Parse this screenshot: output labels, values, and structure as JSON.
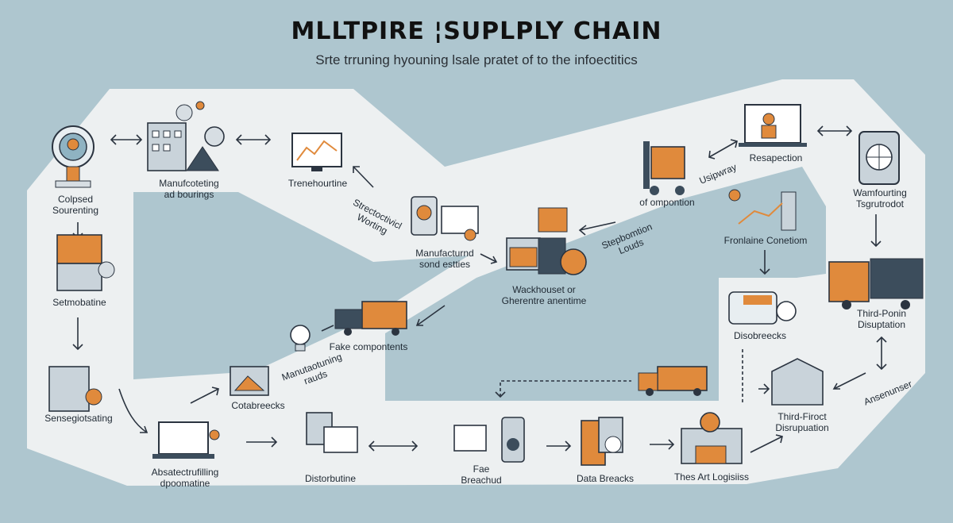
{
  "title": "MLLTPIRE ¦SUPLPLY CHAIN",
  "subtitle": "Srte trruning hyouning lsale pratet of to the infoectitics",
  "colors": {
    "background": "#aec6cf",
    "path": "#edf0f1",
    "accent": "#e08a3c",
    "ink": "#2b3440",
    "panel": "#c9d3da"
  },
  "labels": {
    "collapsed_sourcing_1": "Colpsed",
    "collapsed_sourcing_2": "Sourenting",
    "manufacturing_1": "Manufcoteting",
    "manufacturing_2": "ad bourings",
    "trenchoutine": "Trenehourtine",
    "street_1": "Strectoctivicl",
    "street_2": "Worting",
    "manufacturing_sond_1": "Manufacturnd",
    "manufacturing_sond_2": "sond estties",
    "warehouse_1": "Wackhouset or",
    "warehouse_2": "Gherentre anentime",
    "stepbomtion_1": "Stepbomtion",
    "stepbomtion_2": "Louds",
    "usipwray": "Usipwray",
    "of_ompontion": "of ompontion",
    "respection": "Resapection",
    "warnfourting_1": "Wamfourting",
    "warnfourting_2": "Tsgrutrodot",
    "fronlaine": "Fronlaine Conetiom",
    "settmobatine": "Setmobatine",
    "fake_components": "Fake compontents",
    "manufacturing_rauds_1": "Manutaotuning",
    "manufacturing_rauds_2": "rauds",
    "disobreecks": "Disobreecks",
    "third_porin_1": "Third-Ponin",
    "third_porin_2": "Disuptation",
    "sensegiolsating": "Sensegiotsating",
    "cotabreecks": "Cotabreecks",
    "ansensunser": "Ansenunser",
    "third_firoct_1": "Third-Firoct",
    "third_firoct_2": "Disrupuation",
    "absatectrufilling_1": "Absatectrufilling",
    "absatectrufilling_2": "dpoomatine",
    "distorbutine": "Distorbutine",
    "fae_breachud_1": "Fae",
    "fae_breachud_2": "Breachud",
    "data_breacks": "Data Breacks",
    "the_art_logistics": "Thes Art Logisiiss"
  }
}
